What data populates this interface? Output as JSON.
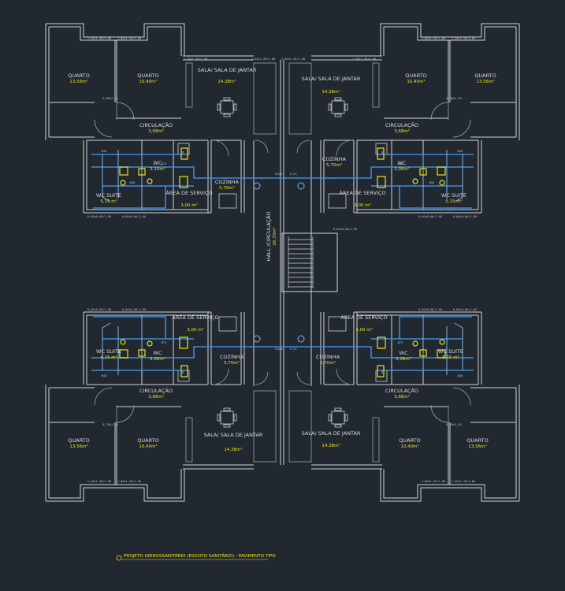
{
  "title": "PROJETO HIDROSSANITÁRIO (ESGOTO SANITÁRIO) - PAVIMENTO TIPO",
  "colors": {
    "background": "#212830",
    "walls": "#cfd3d6",
    "pipes": "#3f8bd8",
    "fixtures": "#f2e11a"
  },
  "hall": {
    "label": "HALL /CIRCULAÇÃO",
    "area": "26,70m²"
  },
  "apartments": [
    {
      "id": "tl",
      "quarto_a": {
        "label": "QUARTO",
        "area": "13,56m²"
      },
      "quarto_b": {
        "label": "QUARTO",
        "area": "10,40m²"
      },
      "sala": {
        "label": "SALA/ SALA DE JANTAR",
        "area": "14,38m²"
      },
      "circ": {
        "label": "CIRCULAÇÃO",
        "area": "3,68m²"
      },
      "wc_suite": {
        "label": "WC SUITE",
        "area": "5,15 m²"
      },
      "wc": {
        "label": "WC",
        "area": "3,10m²"
      },
      "area_servico": {
        "label": "ÁREA DE SERVIÇO",
        "area": "3,00 m²"
      },
      "cozinha": {
        "label": "COZINHA",
        "area": "5,70m²"
      }
    },
    {
      "id": "tr",
      "quarto_a": {
        "label": "QUARTO",
        "area": "10,40m²"
      },
      "quarto_b": {
        "label": "QUARTO",
        "area": "13,56m²"
      },
      "sala": {
        "label": "SALA/ SALA DE JANTAR",
        "area": "14,38m²"
      },
      "circ": {
        "label": "CIRCULAÇÃO",
        "area": "3,68m²"
      },
      "wc_suite": {
        "label": "WC SUITE",
        "area": "5,15 m²"
      },
      "wc": {
        "label": "WC",
        "area": "3,06m²"
      },
      "area_servico": {
        "label": "ÁREA DE SERVIÇO",
        "area": "3,00 m²"
      },
      "cozinha": {
        "label": "COZINHA",
        "area": "5,70m²"
      }
    },
    {
      "id": "bl",
      "quarto_a": {
        "label": "QUARTO",
        "area": "13,56m²"
      },
      "quarto_b": {
        "label": "QUARTO",
        "area": "10,40m²"
      },
      "sala": {
        "label": "SALA/ SALA DE JANTAR",
        "area": "14,38m²"
      },
      "circ": {
        "label": "CIRCULAÇÃO",
        "area": "3,68m²"
      },
      "wc_suite": {
        "label": "WC SUITE",
        "area": "4,15 m²"
      },
      "wc": {
        "label": "WC",
        "area": "3,06m²"
      },
      "area_servico": {
        "label": "ÁREA DE SERVIÇO",
        "area": "3,00 m²"
      },
      "cozinha": {
        "label": "COZINHA",
        "area": "5,70m²"
      }
    },
    {
      "id": "br",
      "quarto_a": {
        "label": "QUARTO",
        "area": "10,40m²"
      },
      "quarto_b": {
        "label": "QUARTO",
        "area": "13,56m²"
      },
      "sala": {
        "label": "SALA/ SALA DE JANTAR",
        "area": "14,38m²"
      },
      "circ": {
        "label": "CIRCULAÇÃO",
        "area": "3,68m²"
      },
      "wc_suite": {
        "label": "WC SUITE",
        "area": "5,15 m²"
      },
      "wc": {
        "label": "WC",
        "area": "3,06m²"
      },
      "area_servico": {
        "label": "ÁREA DE SERVIÇO",
        "area": "3,00 m²"
      },
      "cozinha": {
        "label": "COZINHA",
        "area": "5,70m²"
      }
    }
  ],
  "dims": {
    "window_a": "1,20x1,20/1,00",
    "window_b": "1,00x1,20/1,00",
    "window_c": "1,50x1,20/1,00",
    "window_d": "0,60x0,60/1,60",
    "door_a": "0,80x2,10",
    "door_b": "0,70x2,10"
  },
  "pipe_labels": {
    "sewer_100": "Ø100",
    "sewer_75": "Ø75",
    "sewer_50": "Ø50",
    "sewer_40": "Ø40",
    "slope": "i=1%"
  }
}
